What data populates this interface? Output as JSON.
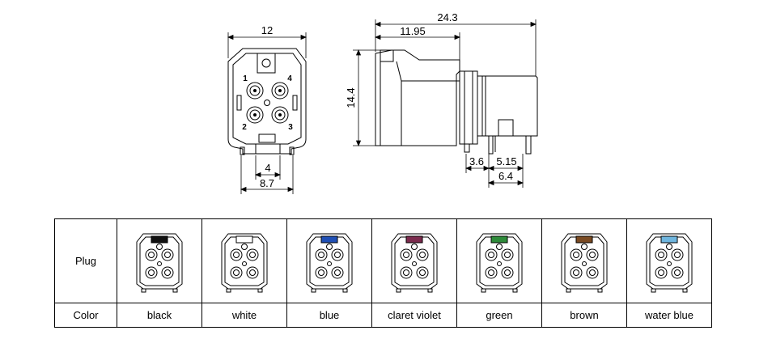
{
  "drawing": {
    "front_view": {
      "dim_width_top": "12",
      "dim_height": "14.4",
      "dim_pin_pitch": "4",
      "dim_leg_span": "8.7",
      "pin_numbers": [
        "1",
        "4",
        "2",
        "3"
      ]
    },
    "side_view": {
      "dim_total_length": "24.3",
      "dim_front_length": "11.95",
      "dim_a": "3.6",
      "dim_b": "5.15",
      "dim_c": "6.4"
    }
  },
  "table": {
    "row_labels": {
      "plug": "Plug",
      "color": "Color"
    },
    "variants": [
      {
        "color": "black",
        "marker_hex": "#111111"
      },
      {
        "color": "white",
        "marker_hex": "#ffffff"
      },
      {
        "color": "blue",
        "marker_hex": "#1f4fb5"
      },
      {
        "color": "claret violet",
        "marker_hex": "#7b2a4d"
      },
      {
        "color": "green",
        "marker_hex": "#2e8b3a"
      },
      {
        "color": "brown",
        "marker_hex": "#7a4a22"
      },
      {
        "color": "water blue",
        "marker_hex": "#6fb6df"
      }
    ]
  }
}
